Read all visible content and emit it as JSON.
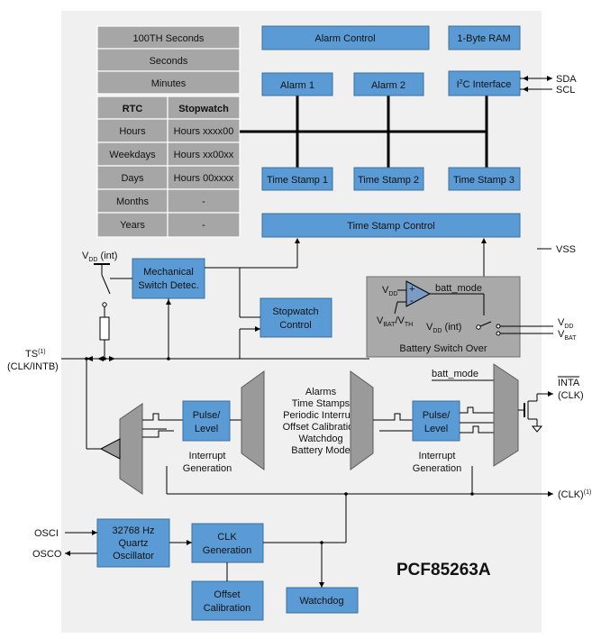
{
  "chip_name": "PCF85263A",
  "registers": {
    "hundredths": "100TH Seconds",
    "seconds": "Seconds",
    "minutes": "Minutes",
    "col_rtc": "RTC",
    "col_stopwatch": "Stopwatch",
    "rows": [
      {
        "rtc": "Hours",
        "stopwatch": "Hours xxxx00"
      },
      {
        "rtc": "Weekdays",
        "stopwatch": "Hours xx00xx"
      },
      {
        "rtc": "Days",
        "stopwatch": "Hours 00xxxx"
      },
      {
        "rtc": "Months",
        "stopwatch": "-"
      },
      {
        "rtc": "Years",
        "stopwatch": "-"
      }
    ]
  },
  "blocks": {
    "alarm_control": "Alarm Control",
    "ram": "1-Byte RAM",
    "alarm1": "Alarm 1",
    "alarm2": "Alarm 2",
    "i2c_prefix": "I",
    "i2c_sup": "2",
    "i2c_rest": "C Interface",
    "ts1": "Time Stamp 1",
    "ts2": "Time Stamp 2",
    "ts3": "Time Stamp 3",
    "ts_control": "Time Stamp Control",
    "switch_detect_l1": "Mechanical",
    "switch_detect_l2": "Switch Detec.",
    "stopwatch_ctrl_l1": "Stopwatch",
    "stopwatch_ctrl_l2": "Control",
    "battery_switch": "Battery Switch Over",
    "pulse_level_l1": "Pulse/",
    "pulse_level_l2": "Level",
    "int_gen_l1": "Interrupt",
    "int_gen_l2": "Generation",
    "osc_l1": "32768 Hz",
    "osc_l2": "Quartz",
    "osc_l3": "Oscillator",
    "clkgen_l1": "CLK",
    "clkgen_l2": "Generation",
    "offset_l1": "Offset",
    "offset_l2": "Calibration",
    "watchdog": "Watchdog"
  },
  "interrupt_sources": [
    "Alarms",
    "Time Stamps",
    "Periodic Interrupt",
    "Offset Calibration",
    "Watchdog",
    "Battery Mode"
  ],
  "pins": {
    "sda": "SDA",
    "scl": "SCL",
    "vss": "VSS",
    "vdd_main": "V",
    "vdd_sub": "DD",
    "vbat_main": "V",
    "vbat_sub": "BAT",
    "ts_main": "TS",
    "ts_sup": "(1)",
    "ts_alt": "(CLK/INTB)",
    "inta": "INTA",
    "inta_alt": "(CLK)",
    "clk_main": "(CLK)",
    "clk_sup": "(1)",
    "osci": "OSCI",
    "osco": "OSCO"
  },
  "labels": {
    "vdd_int_main": "V",
    "vdd_int_sub": "DD",
    "vdd_int_suffix": " (int)",
    "batt_mode": "batt_mode",
    "comp_vdd_main": "V",
    "comp_vdd_sub": "DD",
    "vbat_vth_v1": "V",
    "vbat_vth_s1": "BAT",
    "vbat_vth_v2": "/V",
    "vbat_vth_s2": "TH",
    "plus": "+",
    "minus": "-"
  }
}
